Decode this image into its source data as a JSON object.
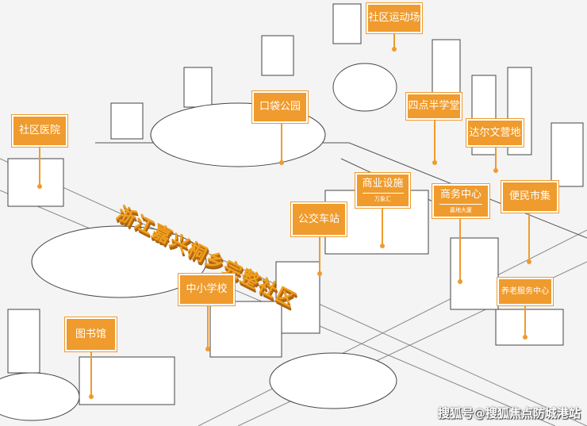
{
  "title": "浙江嘉兴桐乡完整社区",
  "watermark": "搜狐号@搜狐焦点防城港站",
  "accent_color": "#ef9b2d",
  "labels": {
    "sports": {
      "main": "社区运动场"
    },
    "park": {
      "main": "口袋公园"
    },
    "afterschool": {
      "main": "四点半学堂"
    },
    "hospital": {
      "main": "社区医院"
    },
    "camp": {
      "main": "达尔文营地"
    },
    "commerce": {
      "main": "商业设施",
      "sub": "万象汇"
    },
    "business": {
      "main": "商务中心",
      "sub": "嘉地大厦"
    },
    "market": {
      "main": "便民市集"
    },
    "bus": {
      "main": "公交车站"
    },
    "school": {
      "main": "中小学校"
    },
    "library": {
      "main": "图书馆"
    },
    "elderly": {
      "main": "养老服务中心"
    }
  }
}
